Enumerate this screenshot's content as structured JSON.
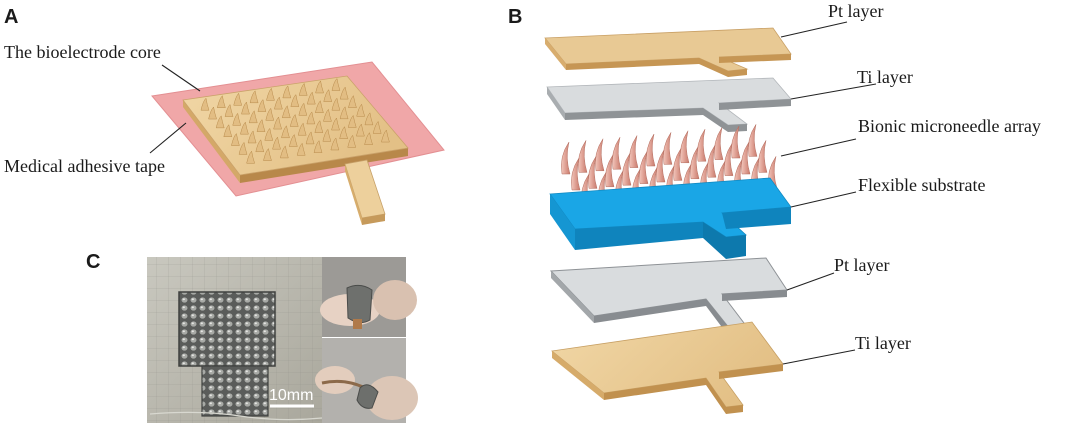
{
  "panels": {
    "a": {
      "letter": "A",
      "core_label": "The bioelectrode core",
      "tape_label": "Medical adhesive tape"
    },
    "b": {
      "letter": "B",
      "layers": [
        {
          "label": "Pt  layer",
          "color": "#e8c994"
        },
        {
          "label": "Ti layer",
          "color": "#d9dcde"
        },
        {
          "label": "Bionic microneedle array",
          "color": "#e3a89c"
        },
        {
          "label": "Flexible substrate",
          "color": "#1aa6e6"
        },
        {
          "label": "Pt  layer",
          "color": "#d9dcde"
        },
        {
          "label": "Ti layer",
          "color": "#e8c994"
        }
      ]
    },
    "c": {
      "letter": "C",
      "scale_bar_label": "10mm"
    }
  },
  "colors": {
    "tape": "#f0a7a8",
    "core": "#e8c994",
    "platinum_grey": "#d9dcde",
    "substrate_blue": "#1aa6e6",
    "needle_pink": "#e3a89c"
  }
}
